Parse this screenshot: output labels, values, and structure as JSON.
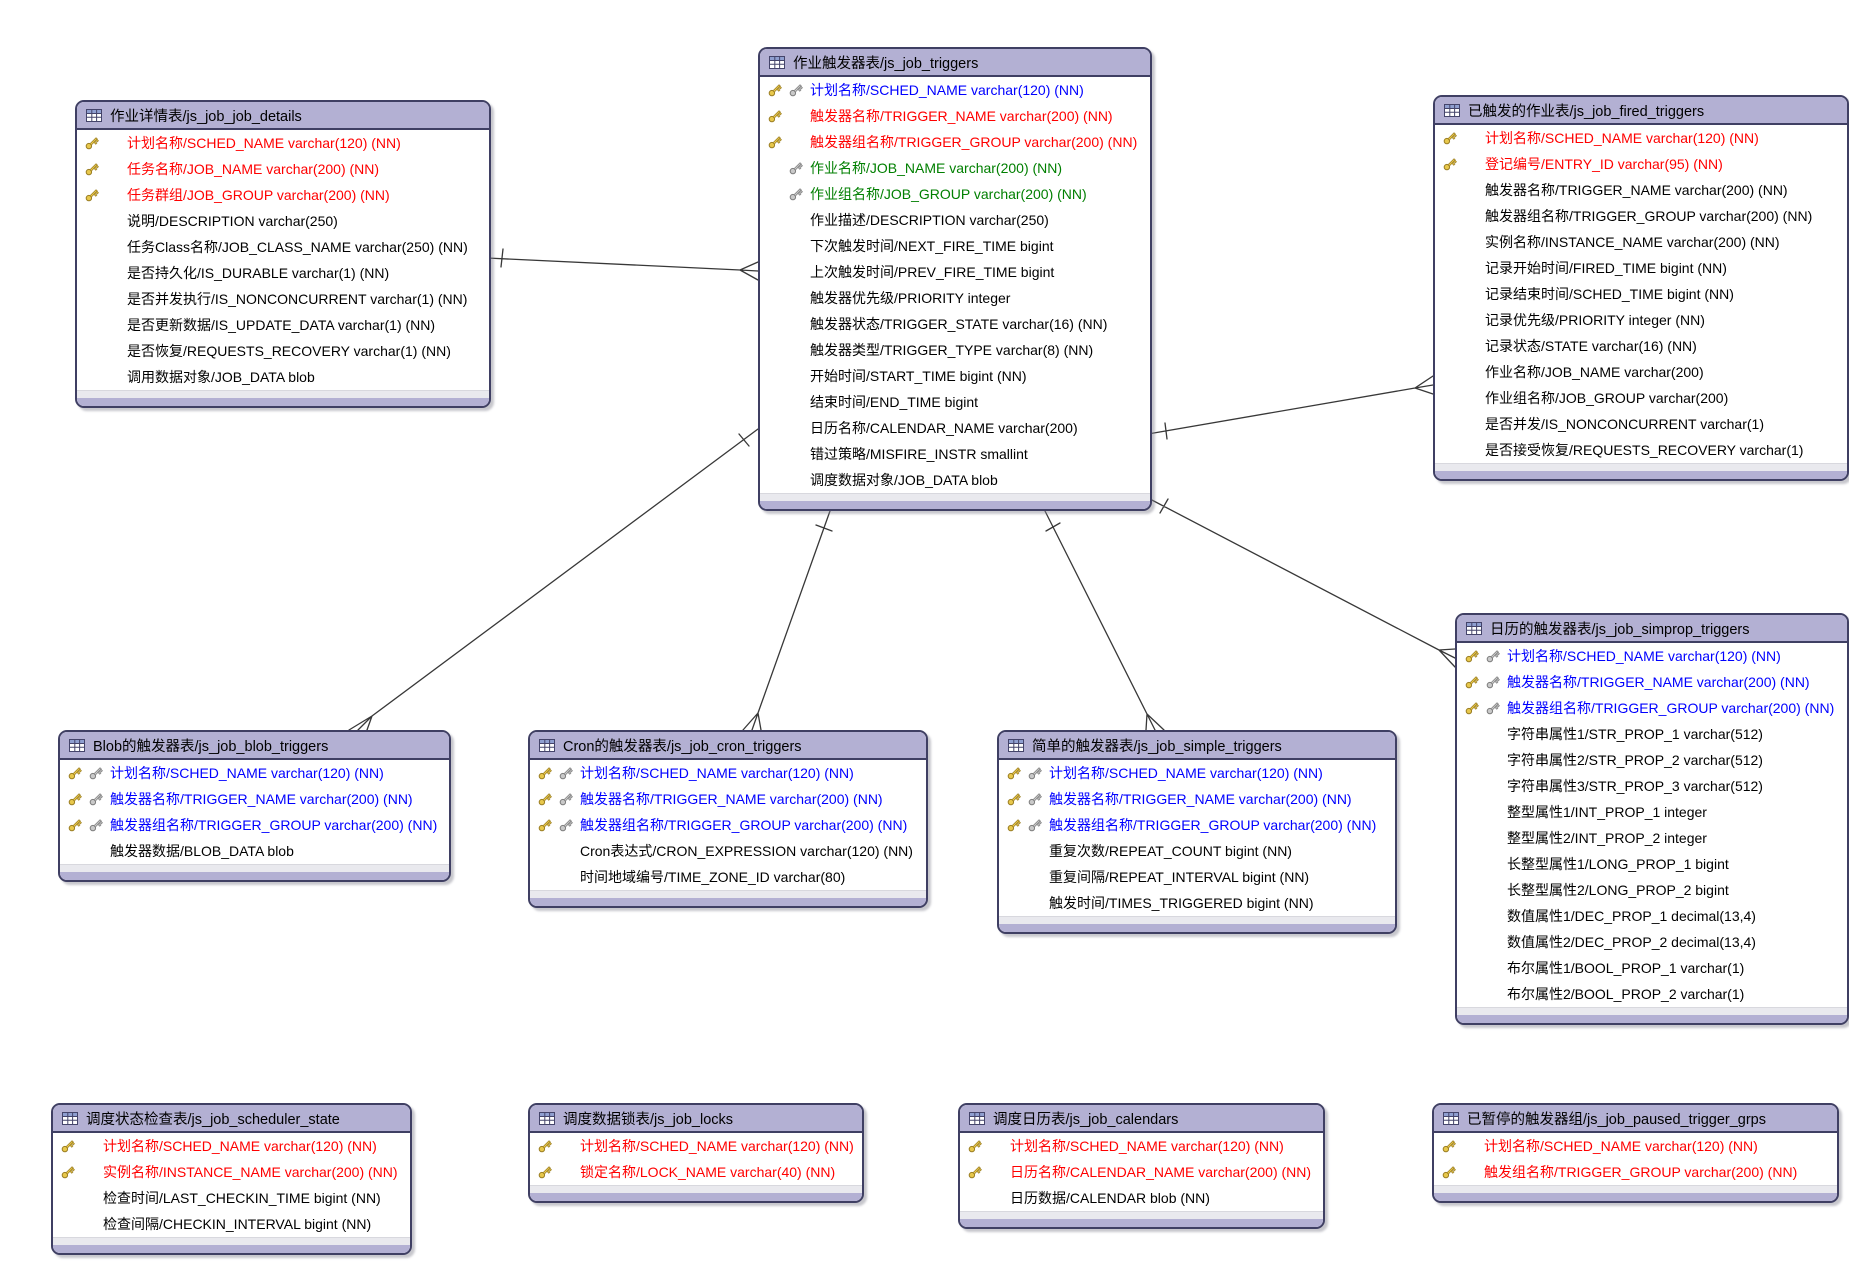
{
  "colors": {
    "pk_text": "#ff0000",
    "pk_fk_text": "#0000ff",
    "fk_text": "#007f00",
    "regular_text": "#000000",
    "table_header": "#b3b0d3",
    "table_border": "#3f3f63",
    "connector": "#383838"
  },
  "tables": [
    {
      "id": "js_job_job_details",
      "title": "作业详情表/js_job_job_details",
      "fields": [
        {
          "text": "计划名称/SCHED_NAME varchar(120) (NN)",
          "role": "pk",
          "keys": [
            "gold"
          ]
        },
        {
          "text": "任务名称/JOB_NAME varchar(200) (NN)",
          "role": "pk",
          "keys": [
            "gold"
          ]
        },
        {
          "text": "任务群组/JOB_GROUP varchar(200) (NN)",
          "role": "pk",
          "keys": [
            "gold"
          ]
        },
        {
          "text": "说明/DESCRIPTION varchar(250)",
          "role": "regular",
          "keys": []
        },
        {
          "text": "任务Class名称/JOB_CLASS_NAME varchar(250) (NN)",
          "role": "regular",
          "keys": []
        },
        {
          "text": "是否持久化/IS_DURABLE varchar(1) (NN)",
          "role": "regular",
          "keys": []
        },
        {
          "text": "是否并发执行/IS_NONCONCURRENT varchar(1) (NN)",
          "role": "regular",
          "keys": []
        },
        {
          "text": "是否更新数据/IS_UPDATE_DATA varchar(1) (NN)",
          "role": "regular",
          "keys": []
        },
        {
          "text": "是否恢复/REQUESTS_RECOVERY varchar(1) (NN)",
          "role": "regular",
          "keys": []
        },
        {
          "text": "调用数据对象/JOB_DATA blob",
          "role": "regular",
          "keys": []
        }
      ]
    },
    {
      "id": "js_job_triggers",
      "title": "作业触发器表/js_job_triggers",
      "fields": [
        {
          "text": "计划名称/SCHED_NAME varchar(120) (NN)",
          "role": "pkfk",
          "keys": [
            "gold",
            "silver"
          ]
        },
        {
          "text": "触发器名称/TRIGGER_NAME varchar(200) (NN)",
          "role": "pk",
          "keys": [
            "gold"
          ]
        },
        {
          "text": "触发器组名称/TRIGGER_GROUP varchar(200) (NN)",
          "role": "pk",
          "keys": [
            "gold"
          ]
        },
        {
          "text": "作业名称/JOB_NAME varchar(200) (NN)",
          "role": "fk",
          "keys": [
            "silver"
          ]
        },
        {
          "text": "作业组名称/JOB_GROUP varchar(200) (NN)",
          "role": "fk",
          "keys": [
            "silver"
          ]
        },
        {
          "text": "作业描述/DESCRIPTION varchar(250)",
          "role": "regular",
          "keys": []
        },
        {
          "text": "下次触发时间/NEXT_FIRE_TIME bigint",
          "role": "regular",
          "keys": []
        },
        {
          "text": "上次触发时间/PREV_FIRE_TIME bigint",
          "role": "regular",
          "keys": []
        },
        {
          "text": "触发器优先级/PRIORITY integer",
          "role": "regular",
          "keys": []
        },
        {
          "text": "触发器状态/TRIGGER_STATE varchar(16) (NN)",
          "role": "regular",
          "keys": []
        },
        {
          "text": "触发器类型/TRIGGER_TYPE varchar(8) (NN)",
          "role": "regular",
          "keys": []
        },
        {
          "text": "开始时间/START_TIME bigint (NN)",
          "role": "regular",
          "keys": []
        },
        {
          "text": "结束时间/END_TIME bigint",
          "role": "regular",
          "keys": []
        },
        {
          "text": "日历名称/CALENDAR_NAME varchar(200)",
          "role": "regular",
          "keys": []
        },
        {
          "text": "错过策略/MISFIRE_INSTR smallint",
          "role": "regular",
          "keys": []
        },
        {
          "text": "调度数据对象/JOB_DATA blob",
          "role": "regular",
          "keys": []
        }
      ]
    },
    {
      "id": "js_job_fired_triggers",
      "title": "已触发的作业表/js_job_fired_triggers",
      "fields": [
        {
          "text": "计划名称/SCHED_NAME varchar(120) (NN)",
          "role": "pk",
          "keys": [
            "gold"
          ]
        },
        {
          "text": "登记编号/ENTRY_ID varchar(95) (NN)",
          "role": "pk",
          "keys": [
            "gold"
          ]
        },
        {
          "text": "触发器名称/TRIGGER_NAME varchar(200) (NN)",
          "role": "regular",
          "keys": []
        },
        {
          "text": "触发器组名称/TRIGGER_GROUP varchar(200) (NN)",
          "role": "regular",
          "keys": []
        },
        {
          "text": "实例名称/INSTANCE_NAME varchar(200) (NN)",
          "role": "regular",
          "keys": []
        },
        {
          "text": "记录开始时间/FIRED_TIME bigint (NN)",
          "role": "regular",
          "keys": []
        },
        {
          "text": "记录结束时间/SCHED_TIME bigint (NN)",
          "role": "regular",
          "keys": []
        },
        {
          "text": "记录优先级/PRIORITY integer (NN)",
          "role": "regular",
          "keys": []
        },
        {
          "text": "记录状态/STATE varchar(16) (NN)",
          "role": "regular",
          "keys": []
        },
        {
          "text": "作业名称/JOB_NAME varchar(200)",
          "role": "regular",
          "keys": []
        },
        {
          "text": "作业组名称/JOB_GROUP varchar(200)",
          "role": "regular",
          "keys": []
        },
        {
          "text": "是否并发/IS_NONCONCURRENT varchar(1)",
          "role": "regular",
          "keys": []
        },
        {
          "text": "是否接受恢复/REQUESTS_RECOVERY varchar(1)",
          "role": "regular",
          "keys": []
        }
      ]
    },
    {
      "id": "js_job_blob_triggers",
      "title": "Blob的触发器表/js_job_blob_triggers",
      "fields": [
        {
          "text": "计划名称/SCHED_NAME varchar(120) (NN)",
          "role": "pkfk",
          "keys": [
            "gold",
            "silver"
          ]
        },
        {
          "text": "触发器名称/TRIGGER_NAME varchar(200) (NN)",
          "role": "pkfk",
          "keys": [
            "gold",
            "silver"
          ]
        },
        {
          "text": "触发器组名称/TRIGGER_GROUP varchar(200) (NN)",
          "role": "pkfk",
          "keys": [
            "gold",
            "silver"
          ]
        },
        {
          "text": "触发器数据/BLOB_DATA blob",
          "role": "regular",
          "keys": []
        }
      ]
    },
    {
      "id": "js_job_cron_triggers",
      "title": "Cron的触发器表/js_job_cron_triggers",
      "fields": [
        {
          "text": "计划名称/SCHED_NAME varchar(120) (NN)",
          "role": "pkfk",
          "keys": [
            "gold",
            "silver"
          ]
        },
        {
          "text": "触发器名称/TRIGGER_NAME varchar(200) (NN)",
          "role": "pkfk",
          "keys": [
            "gold",
            "silver"
          ]
        },
        {
          "text": "触发器组名称/TRIGGER_GROUP varchar(200) (NN)",
          "role": "pkfk",
          "keys": [
            "gold",
            "silver"
          ]
        },
        {
          "text": "Cron表达式/CRON_EXPRESSION varchar(120) (NN)",
          "role": "regular",
          "keys": []
        },
        {
          "text": "时间地域编号/TIME_ZONE_ID varchar(80)",
          "role": "regular",
          "keys": []
        }
      ]
    },
    {
      "id": "js_job_simple_triggers",
      "title": "简单的触发器表/js_job_simple_triggers",
      "fields": [
        {
          "text": "计划名称/SCHED_NAME varchar(120) (NN)",
          "role": "pkfk",
          "keys": [
            "gold",
            "silver"
          ]
        },
        {
          "text": "触发器名称/TRIGGER_NAME varchar(200) (NN)",
          "role": "pkfk",
          "keys": [
            "gold",
            "silver"
          ]
        },
        {
          "text": "触发器组名称/TRIGGER_GROUP varchar(200) (NN)",
          "role": "pkfk",
          "keys": [
            "gold",
            "silver"
          ]
        },
        {
          "text": "重复次数/REPEAT_COUNT bigint (NN)",
          "role": "regular",
          "keys": []
        },
        {
          "text": "重复间隔/REPEAT_INTERVAL bigint (NN)",
          "role": "regular",
          "keys": []
        },
        {
          "text": "触发时间/TIMES_TRIGGERED bigint (NN)",
          "role": "regular",
          "keys": []
        }
      ]
    },
    {
      "id": "js_job_simprop_triggers",
      "title": "日历的触发器表/js_job_simprop_triggers",
      "fields": [
        {
          "text": "计划名称/SCHED_NAME varchar(120) (NN)",
          "role": "pkfk",
          "keys": [
            "gold",
            "silver"
          ]
        },
        {
          "text": "触发器名称/TRIGGER_NAME varchar(200) (NN)",
          "role": "pkfk",
          "keys": [
            "gold",
            "silver"
          ]
        },
        {
          "text": "触发器组名称/TRIGGER_GROUP varchar(200) (NN)",
          "role": "pkfk",
          "keys": [
            "gold",
            "silver"
          ]
        },
        {
          "text": "字符串属性1/STR_PROP_1 varchar(512)",
          "role": "regular",
          "keys": []
        },
        {
          "text": "字符串属性2/STR_PROP_2 varchar(512)",
          "role": "regular",
          "keys": []
        },
        {
          "text": "字符串属性3/STR_PROP_3 varchar(512)",
          "role": "regular",
          "keys": []
        },
        {
          "text": "整型属性1/INT_PROP_1 integer",
          "role": "regular",
          "keys": []
        },
        {
          "text": "整型属性2/INT_PROP_2 integer",
          "role": "regular",
          "keys": []
        },
        {
          "text": "长整型属性1/LONG_PROP_1 bigint",
          "role": "regular",
          "keys": []
        },
        {
          "text": "长整型属性2/LONG_PROP_2 bigint",
          "role": "regular",
          "keys": []
        },
        {
          "text": "数值属性1/DEC_PROP_1 decimal(13,4)",
          "role": "regular",
          "keys": []
        },
        {
          "text": "数值属性2/DEC_PROP_2 decimal(13,4)",
          "role": "regular",
          "keys": []
        },
        {
          "text": "布尔属性1/BOOL_PROP_1 varchar(1)",
          "role": "regular",
          "keys": []
        },
        {
          "text": "布尔属性2/BOOL_PROP_2 varchar(1)",
          "role": "regular",
          "keys": []
        }
      ]
    },
    {
      "id": "js_job_scheduler_state",
      "title": "调度状态检查表/js_job_scheduler_state",
      "fields": [
        {
          "text": "计划名称/SCHED_NAME varchar(120) (NN)",
          "role": "pk",
          "keys": [
            "gold"
          ]
        },
        {
          "text": "实例名称/INSTANCE_NAME varchar(200) (NN)",
          "role": "pk",
          "keys": [
            "gold"
          ]
        },
        {
          "text": "检查时间/LAST_CHECKIN_TIME bigint (NN)",
          "role": "regular",
          "keys": []
        },
        {
          "text": "检查间隔/CHECKIN_INTERVAL bigint (NN)",
          "role": "regular",
          "keys": []
        }
      ]
    },
    {
      "id": "js_job_locks",
      "title": "调度数据锁表/js_job_locks",
      "fields": [
        {
          "text": "计划名称/SCHED_NAME varchar(120) (NN)",
          "role": "pk",
          "keys": [
            "gold"
          ]
        },
        {
          "text": "锁定名称/LOCK_NAME varchar(40) (NN)",
          "role": "pk",
          "keys": [
            "gold"
          ]
        }
      ]
    },
    {
      "id": "js_job_calendars",
      "title": "调度日历表/js_job_calendars",
      "fields": [
        {
          "text": "计划名称/SCHED_NAME varchar(120) (NN)",
          "role": "pk",
          "keys": [
            "gold"
          ]
        },
        {
          "text": "日历名称/CALENDAR_NAME varchar(200) (NN)",
          "role": "pk",
          "keys": [
            "gold"
          ]
        },
        {
          "text": "日历数据/CALENDAR blob (NN)",
          "role": "regular",
          "keys": []
        }
      ]
    },
    {
      "id": "js_job_paused_trigger_grps",
      "title": "已暂停的触发器组/js_job_paused_trigger_grps",
      "fields": [
        {
          "text": "计划名称/SCHED_NAME varchar(120) (NN)",
          "role": "pk",
          "keys": [
            "gold"
          ]
        },
        {
          "text": "触发组名称/TRIGGER_GROUP varchar(200) (NN)",
          "role": "pk",
          "keys": [
            "gold"
          ]
        }
      ]
    }
  ],
  "relationships": [
    {
      "parent": "js_job_job_details",
      "child": "js_job_triggers"
    },
    {
      "parent": "js_job_triggers",
      "child": "js_job_blob_triggers"
    },
    {
      "parent": "js_job_triggers",
      "child": "js_job_cron_triggers"
    },
    {
      "parent": "js_job_triggers",
      "child": "js_job_simple_triggers"
    },
    {
      "parent": "js_job_triggers",
      "child": "js_job_fired_triggers"
    },
    {
      "parent": "js_job_triggers",
      "child": "js_job_simprop_triggers"
    }
  ]
}
